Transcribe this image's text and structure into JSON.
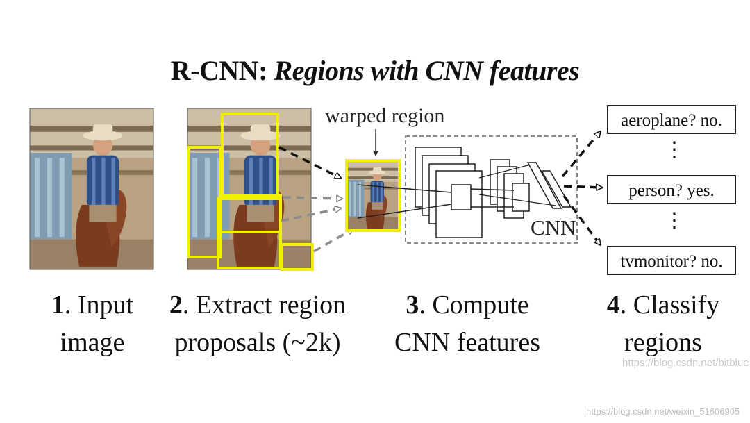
{
  "title": {
    "bold": "R-CNN:",
    "italic": "Regions with CNN features"
  },
  "annotations": {
    "warped_region": "warped region",
    "cnn": "CNN"
  },
  "steps": [
    {
      "num": "1",
      "line1": ". Input",
      "line2": "image"
    },
    {
      "num": "2",
      "line1": ". Extract region",
      "line2": "proposals (~2k)"
    },
    {
      "num": "3",
      "line1": ". Compute",
      "line2": "CNN features"
    },
    {
      "num": "4",
      "line1": ". Classify",
      "line2": "regions"
    }
  ],
  "classes": [
    "aeroplane? no.",
    "person? yes.",
    "tvmonitor? no."
  ],
  "ellipsis": "⋮",
  "watermarks": {
    "inner": "https://blog.csdn.net/bitblue",
    "outer": "https://blog.csdn.net/weixin_51606905"
  },
  "colors": {
    "proposal_box": "#f2f200",
    "arrow_dark": "#111111",
    "arrow_grey": "#8c8c8c"
  }
}
